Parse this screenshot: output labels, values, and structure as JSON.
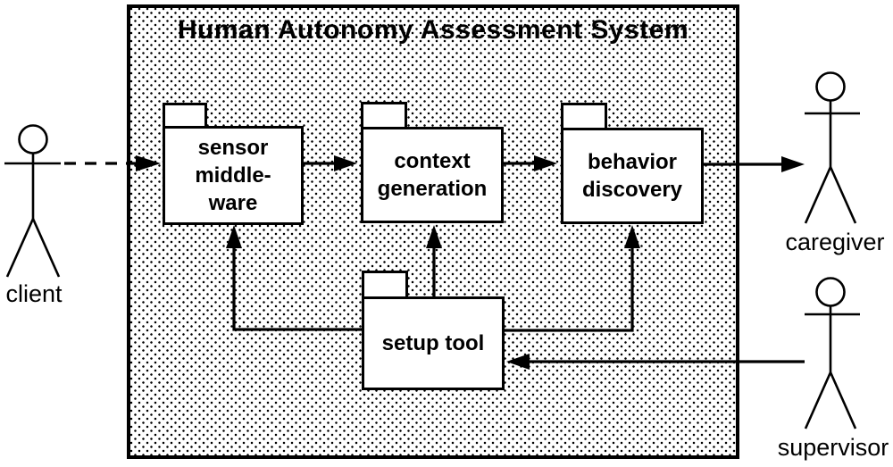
{
  "colors": {
    "ink": "#000000",
    "paper": "#ffffff"
  },
  "system": {
    "title": "Human Autonomy Assessment System"
  },
  "packages": [
    {
      "name": "sensor-middleware",
      "lines": [
        "sensor",
        "middle-",
        "ware"
      ]
    },
    {
      "name": "context-generation",
      "lines": [
        "context",
        "generation"
      ]
    },
    {
      "name": "behavior-discovery",
      "lines": [
        "behavior",
        "discovery"
      ]
    },
    {
      "name": "setup-tool",
      "lines": [
        "setup tool"
      ]
    }
  ],
  "actors": [
    {
      "name": "client",
      "label": "client"
    },
    {
      "name": "caregiver",
      "label": "caregiver"
    },
    {
      "name": "supervisor",
      "label": "supervisor"
    }
  ]
}
